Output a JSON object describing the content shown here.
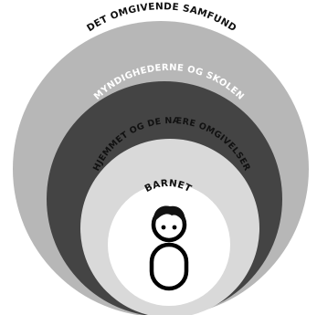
{
  "rings": [
    {
      "id": "outer",
      "label": "DET OMGIVENDE SAMFUND",
      "fill": "#b7b7b7",
      "text_color": "#111111"
    },
    {
      "id": "second",
      "label": "MYNDIGHEDERNE OG SKOLEN",
      "fill": "#444444",
      "text_color": "#ffffff"
    },
    {
      "id": "third",
      "label": "HJEMMET OG DE NÆRE OMGIVELSER",
      "fill": "#d9d9d9",
      "text_color": "#111111"
    },
    {
      "id": "center",
      "label": "BARNET",
      "fill": "#ffffff",
      "text_color": "#111111"
    }
  ],
  "child_icon": {
    "name": "child-icon",
    "stroke": "#000000",
    "hair": "#111111"
  }
}
